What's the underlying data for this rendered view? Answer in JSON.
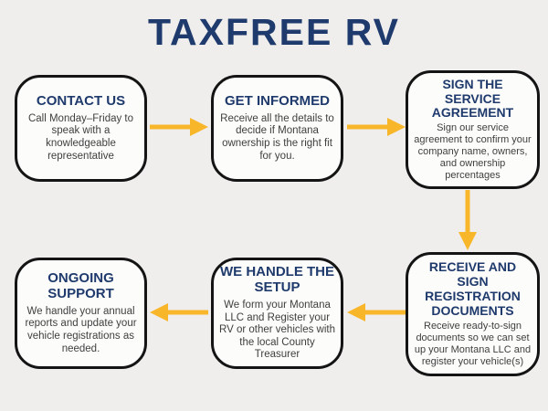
{
  "title": "TAXFREE RV",
  "colors": {
    "background": "#efeeec",
    "box_fill": "#fcfcfa",
    "box_border": "#141414",
    "heading": "#1f3a6c",
    "body_text": "#3f3f3f",
    "arrow": "#f8b62a"
  },
  "steps": [
    {
      "id": "contact-us",
      "heading": "CONTACT US",
      "body": "Call Monday–Friday to speak with a knowledgeable representative"
    },
    {
      "id": "get-informed",
      "heading": "GET INFORMED",
      "body": "Receive all the details to decide if Montana ownership is the right fit for you."
    },
    {
      "id": "sign-the-service-agreement",
      "heading": "SIGN THE SERVICE AGREEMENT",
      "body": "Sign our service agreement to confirm your company name, owners, and ownership percentages"
    },
    {
      "id": "receive-and-sign-registration-documents",
      "heading": "RECEIVE AND SIGN REGISTRATION DOCUMENTS",
      "body": "Receive ready-to-sign documents so we can set up your Montana LLC and register your vehicle(s)"
    },
    {
      "id": "we-handle-the-setup",
      "heading": "WE HANDLE THE SETUP",
      "body": "We form your Montana LLC and Register your RV or other vehicles with the local County Treasurer"
    },
    {
      "id": "ongoing-support",
      "heading": "ONGOING SUPPORT",
      "body": "We handle your annual reports and update your vehicle registrations as needed."
    }
  ],
  "arrows": [
    {
      "from": "contact-us",
      "to": "get-informed",
      "direction": "right"
    },
    {
      "from": "get-informed",
      "to": "sign-the-service-agreement",
      "direction": "right"
    },
    {
      "from": "sign-the-service-agreement",
      "to": "receive-and-sign-registration-documents",
      "direction": "down"
    },
    {
      "from": "receive-and-sign-registration-documents",
      "to": "we-handle-the-setup",
      "direction": "left"
    },
    {
      "from": "we-handle-the-setup",
      "to": "ongoing-support",
      "direction": "left"
    }
  ]
}
